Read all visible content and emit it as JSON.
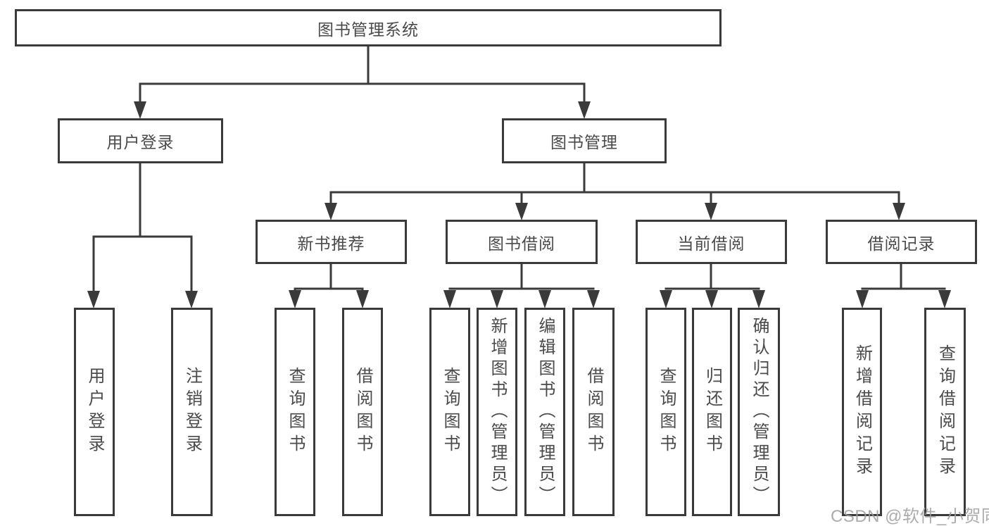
{
  "diagram_title": "图书管理系统",
  "nodes": {
    "root": {
      "label": "图书管理系统"
    },
    "userLogin": {
      "label": "用户登录",
      "children": [
        {
          "label": "用户登录"
        },
        {
          "label": "注销登录"
        }
      ]
    },
    "bookMgmt": {
      "label": "图书管理",
      "children": [
        {
          "label": "新书推荐",
          "children": [
            {
              "label": "查询图书"
            },
            {
              "label": "借阅图书"
            }
          ]
        },
        {
          "label": "图书借阅",
          "children": [
            {
              "label": "查询图书"
            },
            {
              "label": "新增图书（管理员）"
            },
            {
              "label": "编辑图书（管理员）"
            },
            {
              "label": "借阅图书"
            }
          ]
        },
        {
          "label": "当前借阅",
          "children": [
            {
              "label": "查询图书"
            },
            {
              "label": "归还图书"
            },
            {
              "label": "确认归还（管理员）"
            }
          ]
        },
        {
          "label": "借阅记录",
          "children": [
            {
              "label": "新增借阅记录"
            },
            {
              "label": "查询借阅记录"
            }
          ]
        }
      ]
    }
  },
  "watermark": {
    "text": "CSDN @软件_小贺同学"
  },
  "colors": {
    "line": "#3a3a3a",
    "text": "#4a4a4a",
    "watermark": "#9e9e9e",
    "background": "#ffffff"
  }
}
